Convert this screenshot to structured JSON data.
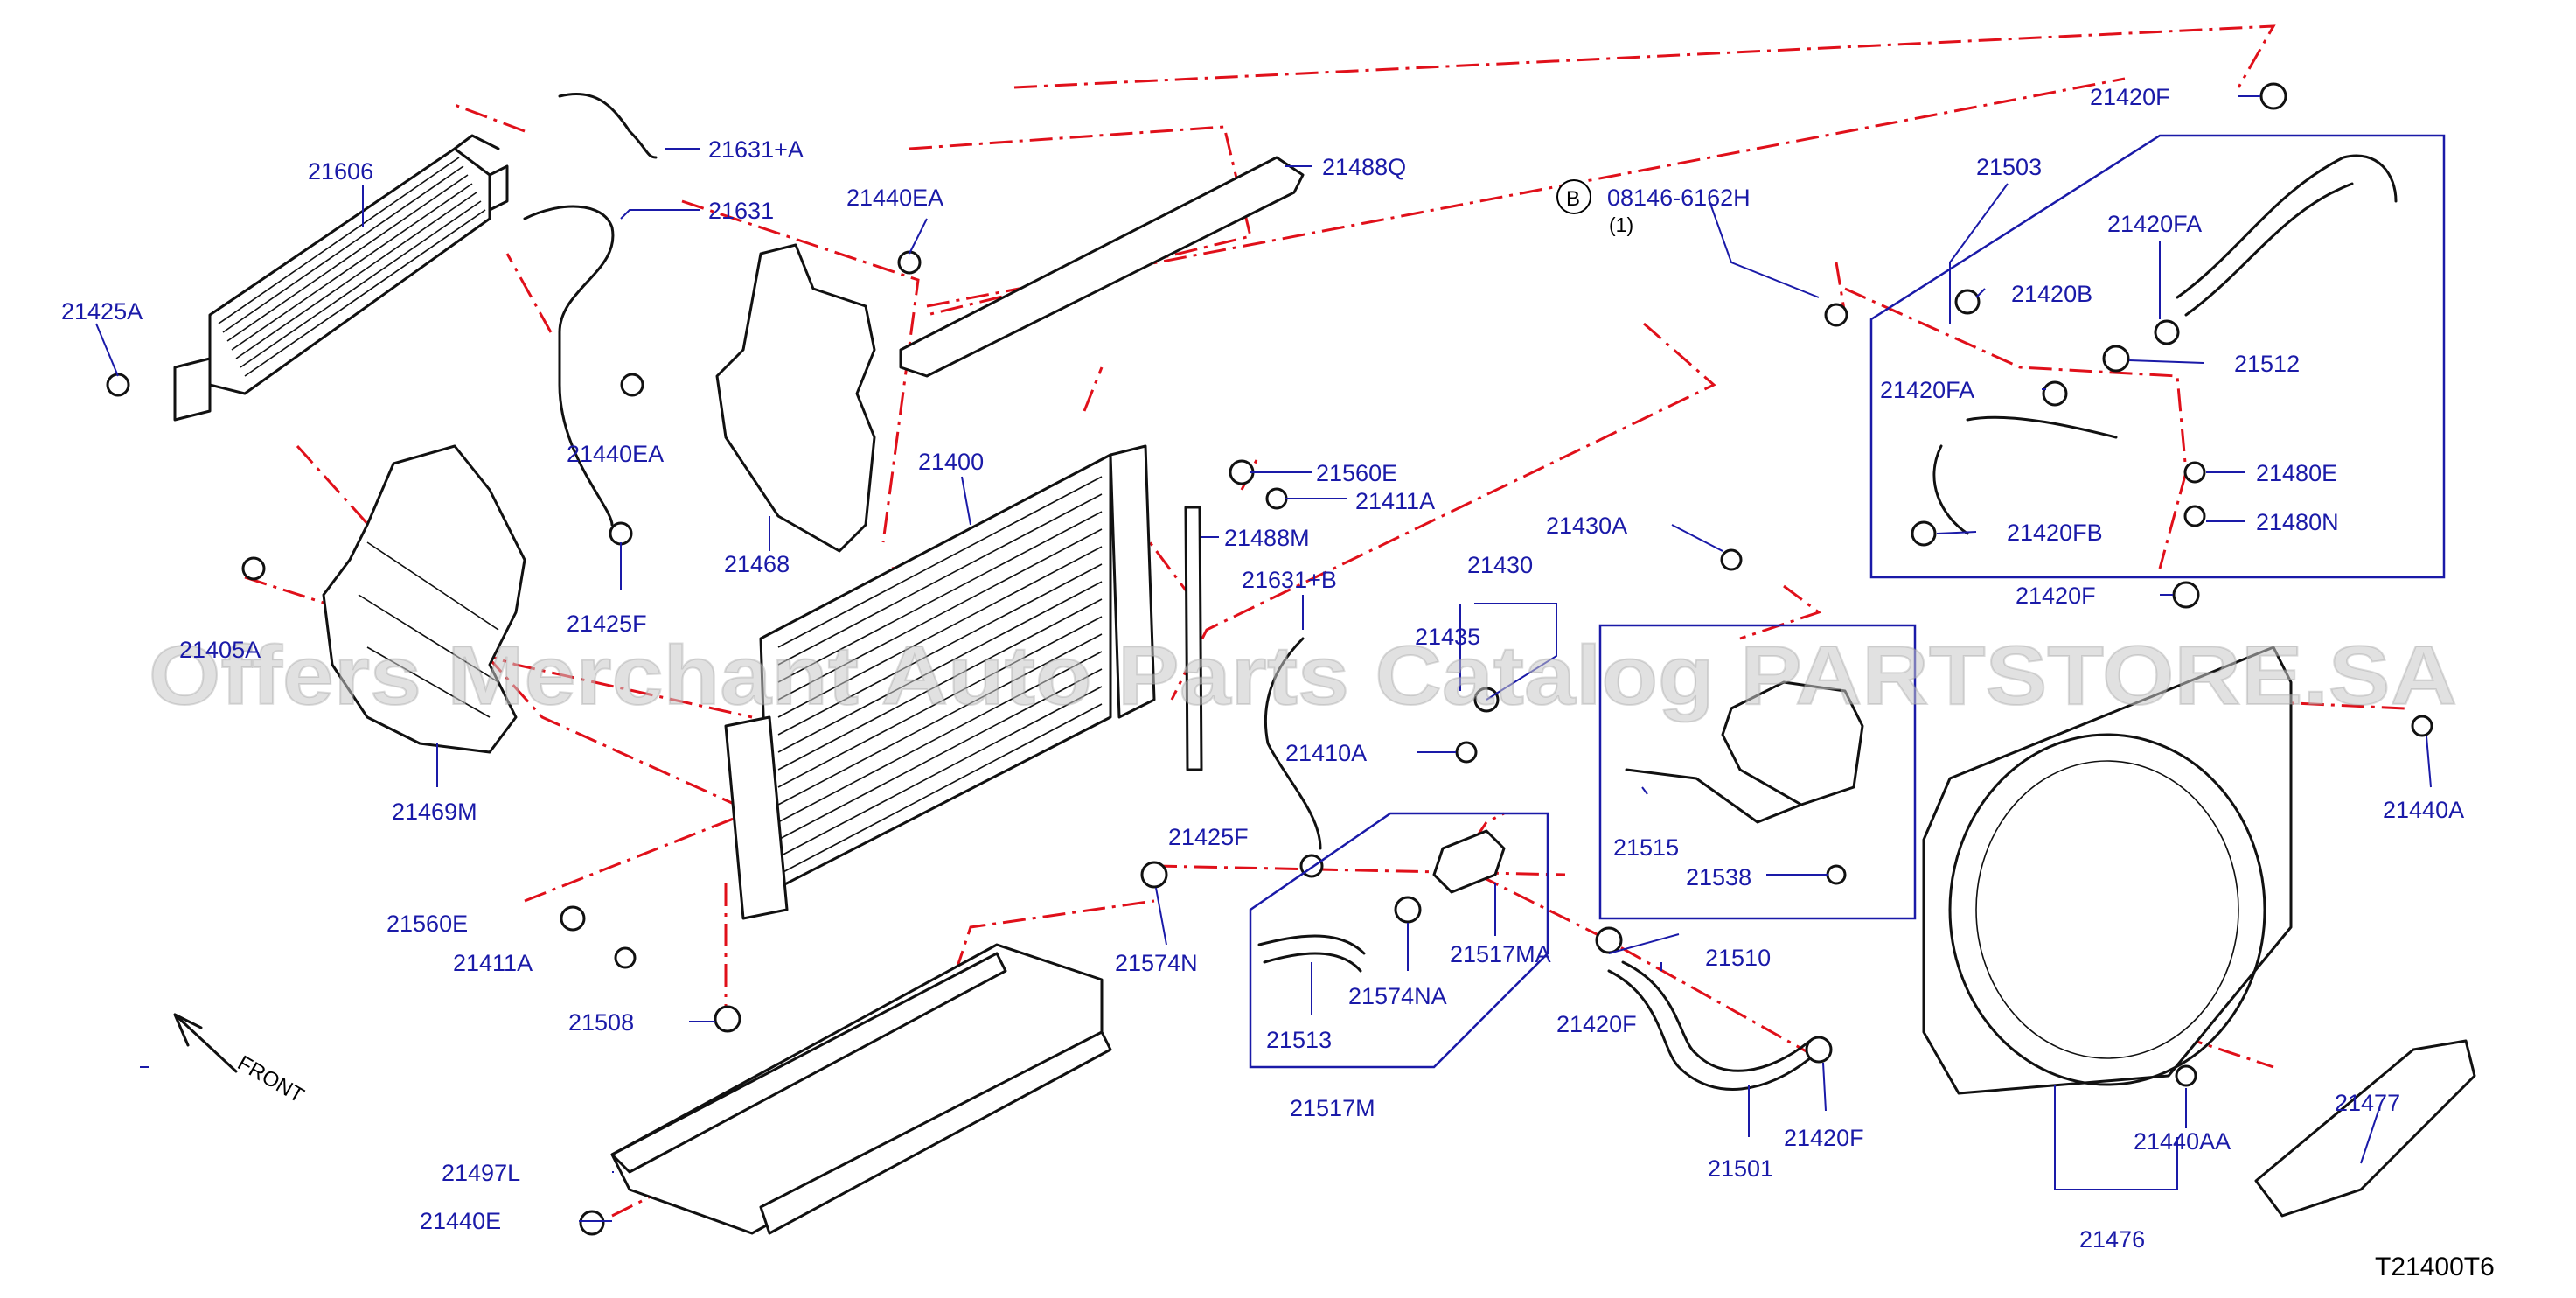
{
  "watermark": "Offers Merchant Auto Parts Catalog PARTSTORE.SA",
  "diagram_code": "T21400T6",
  "front_label": "FRONT",
  "bolt_note": {
    "symbol": "B",
    "part": "08146-6162H",
    "qty": "(1)"
  },
  "labels": {
    "l21606": "21606",
    "l21631A": "21631+A",
    "l21631": "21631",
    "l21425A": "21425A",
    "l21440EA_1": "21440EA",
    "l21440EA_2": "21440EA",
    "l21488Q": "21488Q",
    "l21468": "21468",
    "l21425F_1": "21425F",
    "l21425F_2": "21425F",
    "l21405A": "21405A",
    "l21469M": "21469M",
    "l21400": "21400",
    "l21560E_1": "21560E",
    "l21411A_1": "21411A",
    "l21560E_2": "21560E",
    "l21411A_2": "21411A",
    "l21488M": "21488M",
    "l21631B": "21631+B",
    "l21430A": "21430A",
    "l21430": "21430",
    "l21435": "21435",
    "l21410A": "21410A",
    "l21508": "21508",
    "l21574N": "21574N",
    "l21497L": "21497L",
    "l21440E": "21440E",
    "l21517MA": "21517MA",
    "l21574NA": "21574NA",
    "l21513": "21513",
    "l21517M": "21517M",
    "l21420F_1": "21420F",
    "l21420F_2": "21420F",
    "l21420F_3": "21420F",
    "l21420F_4": "21420F",
    "l21503": "21503",
    "l21420FA_1": "21420FA",
    "l21420FA_2": "21420FA",
    "l21420B": "21420B",
    "l21512": "21512",
    "l21480E": "21480E",
    "l21480N": "21480N",
    "l21420FB": "21420FB",
    "l21510": "21510",
    "l21515": "21515",
    "l21538": "21538",
    "l21501": "21501",
    "l21440A": "21440A",
    "l21440AA": "21440AA",
    "l21476": "21476",
    "l21477": "21477"
  },
  "colors": {
    "label": "#1a1aa8",
    "dash_line": "#e0101a",
    "part_line": "#111111",
    "background": "#ffffff"
  }
}
